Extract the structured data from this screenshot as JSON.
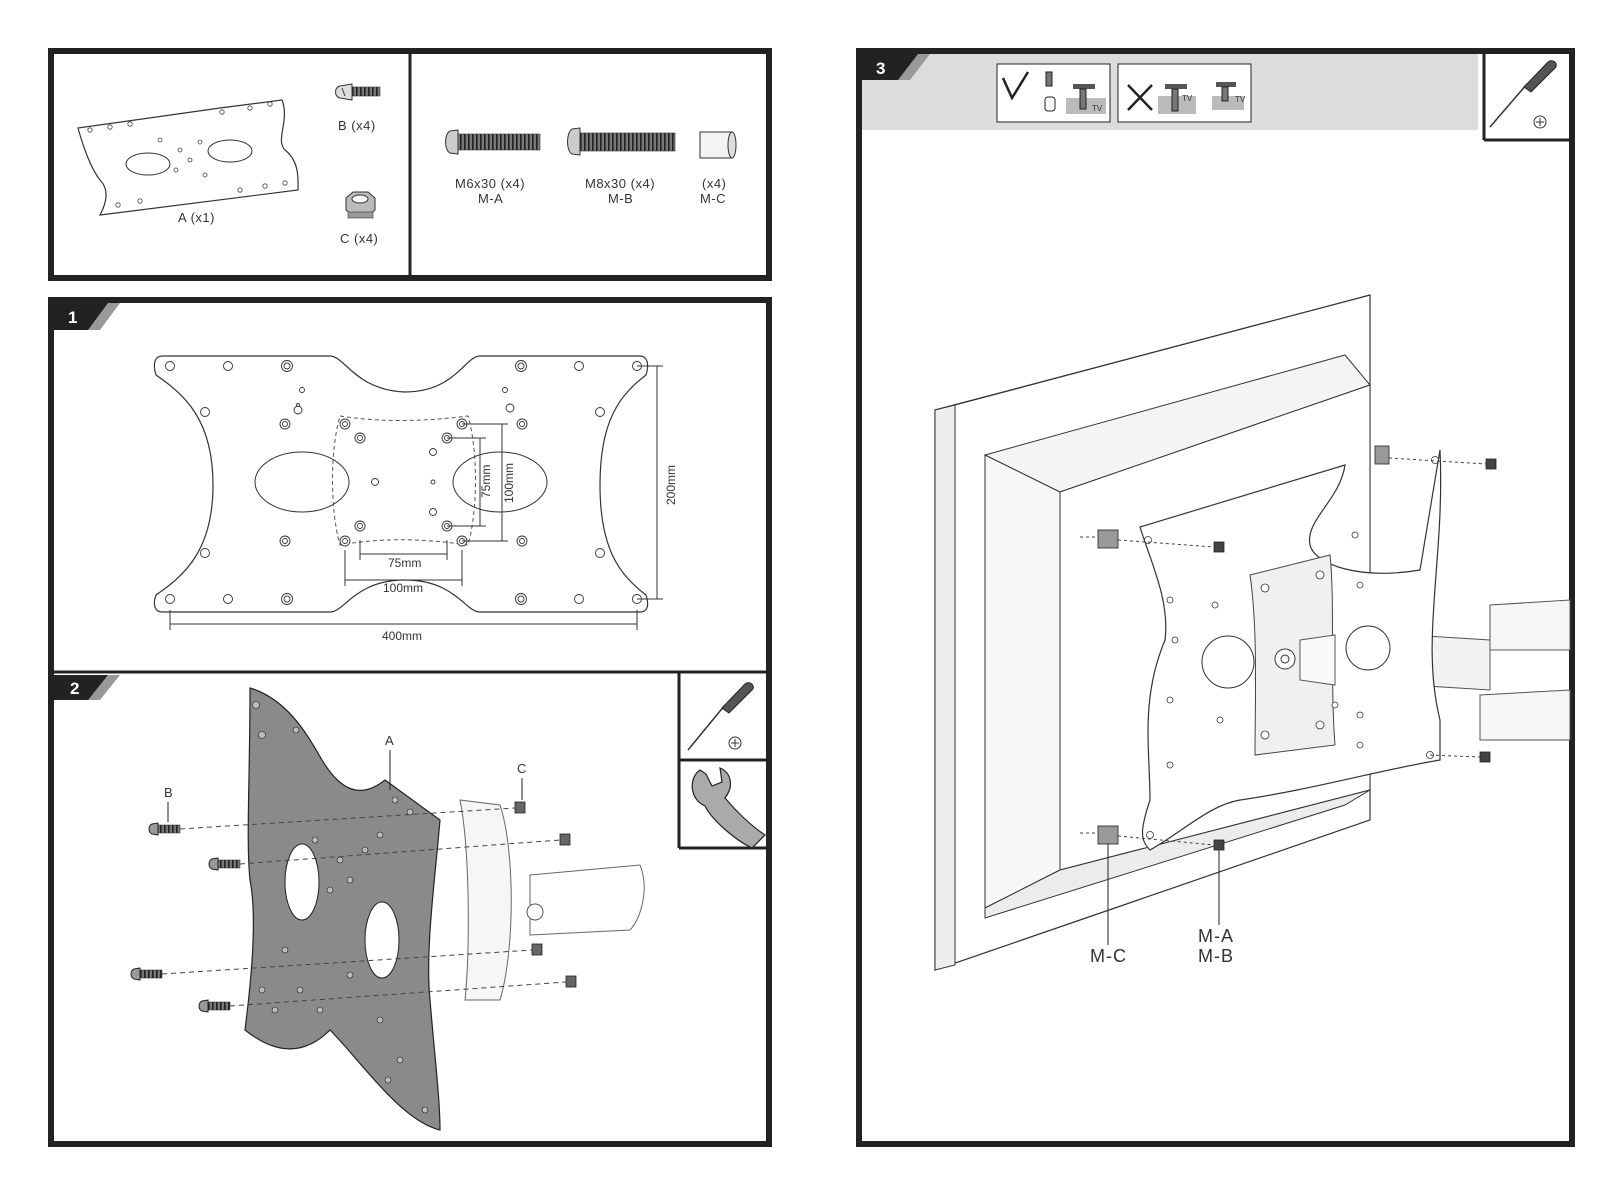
{
  "parts": {
    "plate_label": "A (x1)",
    "screw_b_label": "B (x4)",
    "washer_c_label": "C (x4)",
    "m_a_size": "M6x30 (x4)",
    "m_a_code": "M-A",
    "m_b_size": "M8x30 (x4)",
    "m_b_code": "M-B",
    "m_c_qty": "(x4)",
    "m_c_code": "M-C"
  },
  "step1": {
    "number": "1",
    "dim_75w": "75mm",
    "dim_100w": "100mm",
    "dim_400w": "400mm",
    "dim_75h": "75mm",
    "dim_100h": "100mm",
    "dim_200h": "200mm"
  },
  "step2": {
    "number": "2",
    "label_a": "A",
    "label_b": "B",
    "label_c": "C",
    "tools": [
      "screwdriver-icon",
      "wrench-icon"
    ]
  },
  "step3": {
    "number": "3",
    "tv_mark": "TV",
    "label_mc": "M-C",
    "label_ma": "M-A",
    "label_mb": "M-B",
    "tools": [
      "screwdriver-icon"
    ]
  }
}
